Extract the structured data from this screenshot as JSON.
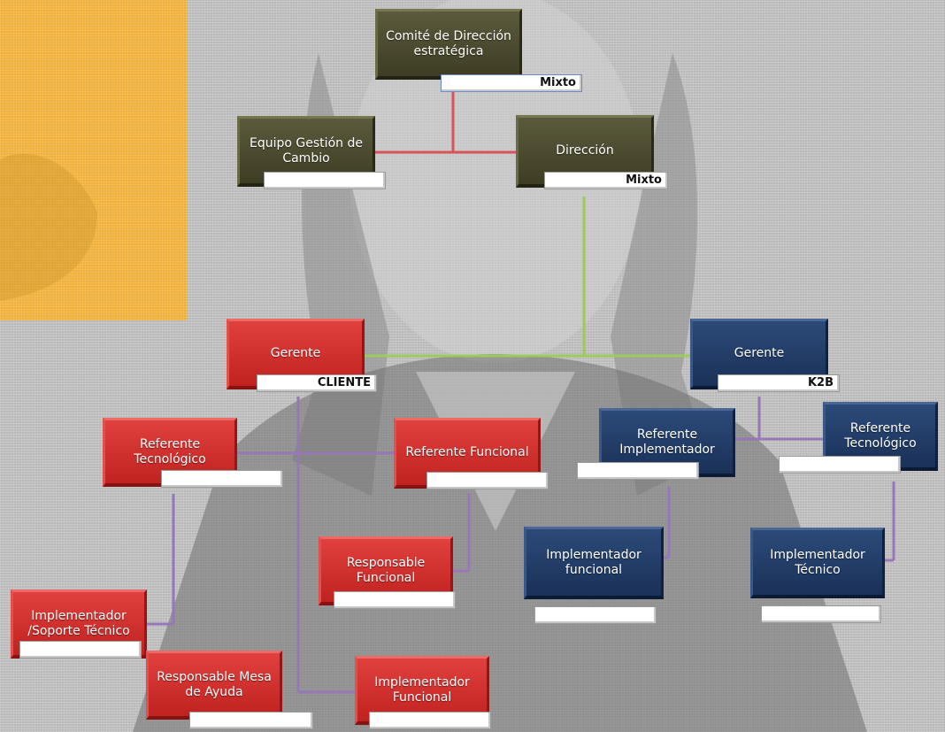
{
  "nodes": {
    "comite": "Comité de Dirección estratégica",
    "equipo_gestion": "Equipo Gestión de Cambio",
    "direccion": "Dirección",
    "gerente_cliente": "Gerente",
    "gerente_k2b": "Gerente",
    "ref_tec_cliente": "Referente Tecnológico",
    "ref_func_cliente": "Referente Funcional",
    "ref_impl_k2b": "Referente Implementador",
    "ref_tec_k2b": "Referente Tecnológico",
    "resp_funcional": "Responsable Funcional",
    "impl_soporte": "Implementador /Soporte Técnico",
    "resp_mesa": "Responsable Mesa de Ayuda",
    "impl_funcional_cliente": "Implementador Funcional",
    "impl_funcional_k2b": "Implementador funcional",
    "impl_tecnico_k2b": "Implementador Técnico"
  },
  "tags": {
    "comite": "Mixto",
    "equipo_gestion": "",
    "direccion": "Mixto",
    "gerente_cliente": "CLIENTE",
    "gerente_k2b": "K2B",
    "ref_tec_cliente": "",
    "ref_func_cliente": "",
    "ref_impl_k2b": "",
    "ref_tec_k2b": "",
    "resp_funcional": "",
    "impl_soporte": "",
    "resp_mesa": "",
    "impl_funcional_cliente": "",
    "impl_funcional_k2b": "",
    "impl_tecnico_k2b": ""
  },
  "colors": {
    "olive": "#4a4930",
    "client_red": "#d0302d",
    "k2b_navy": "#223d68",
    "line_red": "#d9545a",
    "line_green": "#9bcb5a",
    "line_purple": "#9877b8",
    "accent_orange": "#f0b03a"
  }
}
